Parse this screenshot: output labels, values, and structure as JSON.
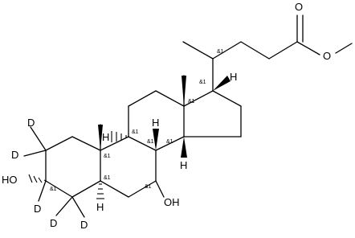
{
  "molecule": {
    "atom_labels": {
      "carbonyl_oxygen": "O",
      "ester_oxygen": "O",
      "oh_3": "HO",
      "oh_7": "OH",
      "d_2a": "D",
      "d_2b": "D",
      "d_3": "D",
      "d_4a": "D",
      "d_4b": "D",
      "h_5": "H",
      "h_8": "H",
      "h_9": "H",
      "h_14": "H",
      "h_17": "H"
    },
    "stereo_label": "&1",
    "colors": {
      "ink": "#000000",
      "background": "#ffffff"
    }
  }
}
